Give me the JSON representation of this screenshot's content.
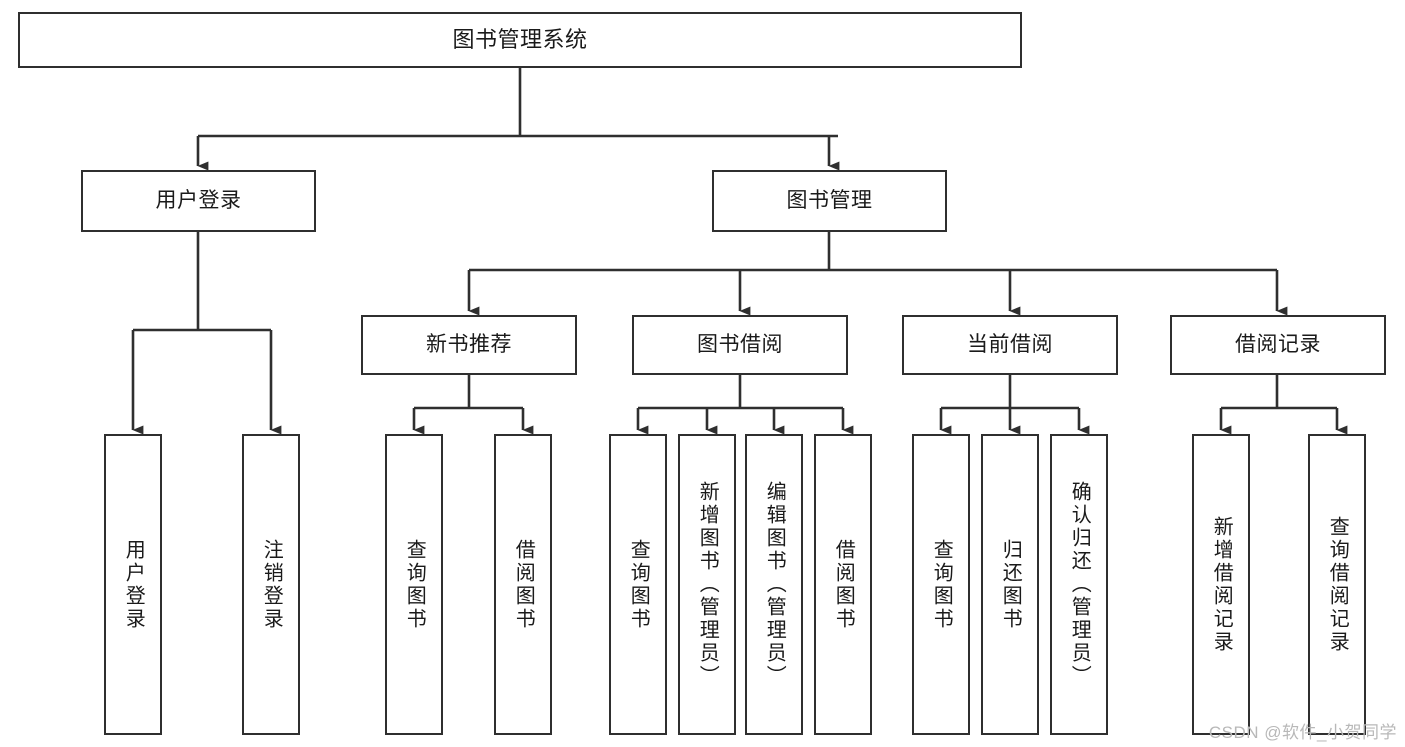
{
  "diagram": {
    "title": "图书管理系统",
    "type": "tree-hierarchy",
    "watermark": "CSDN @软件_小贺同学",
    "root": {
      "label": "图书管理系统"
    },
    "level2": [
      {
        "label": "用户登录"
      },
      {
        "label": "图书管理"
      }
    ],
    "level3": [
      {
        "label": "新书推荐"
      },
      {
        "label": "图书借阅"
      },
      {
        "label": "当前借阅"
      },
      {
        "label": "借阅记录"
      }
    ],
    "leaves": {
      "user_login": [
        {
          "label": "用户登录"
        },
        {
          "label": "注销登录"
        }
      ],
      "new_book_recommend": [
        {
          "label": "查询图书"
        },
        {
          "label": "借阅图书"
        }
      ],
      "book_borrow": [
        {
          "label": "查询图书"
        },
        {
          "label": "新增图书（管理员）"
        },
        {
          "label": "编辑图书（管理员）"
        },
        {
          "label": "借阅图书"
        }
      ],
      "current_borrow": [
        {
          "label": "查询图书"
        },
        {
          "label": "归还图书"
        },
        {
          "label": "确认归还（管理员）"
        }
      ],
      "borrow_record": [
        {
          "label": "新增借阅记录"
        },
        {
          "label": "查询借阅记录"
        }
      ]
    },
    "colors": {
      "stroke": "#2f2f2f",
      "fill": "#ffffff",
      "text": "#1a1a1a",
      "watermark": "#b8b8b8"
    }
  }
}
